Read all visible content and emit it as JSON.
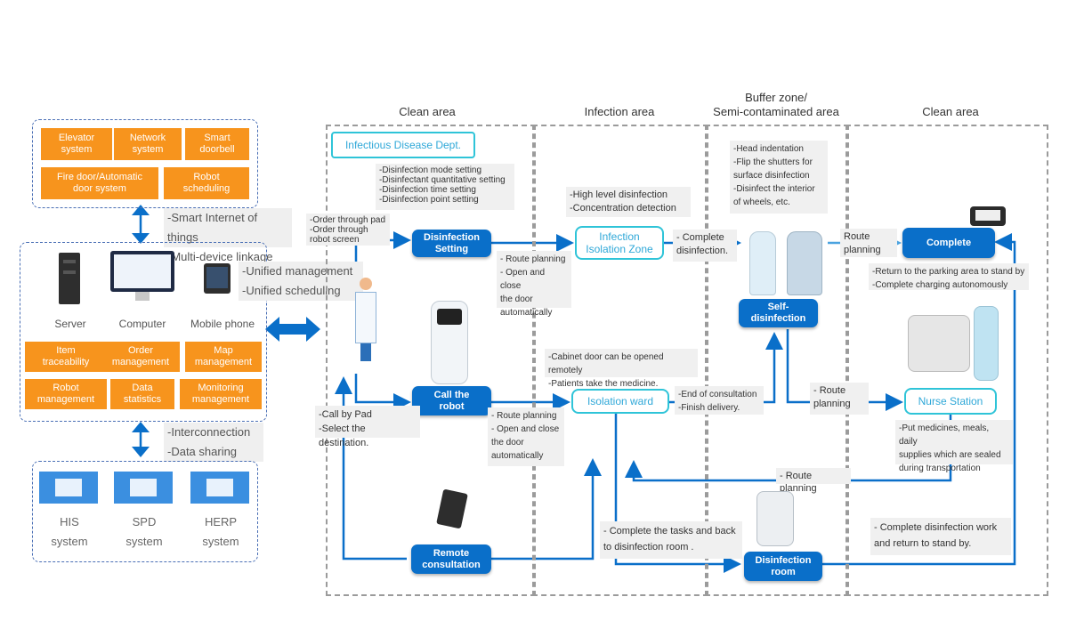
{
  "zones": {
    "clean_area_1": "Clean area",
    "infection_area": "Infection area",
    "buffer_zone_1": "Buffer zone/",
    "buffer_zone_2": "Semi-contaminated area",
    "clean_area_2": "Clean area"
  },
  "left_panel": {
    "top_boxes": [
      "Elevator\nsystem",
      "Network\nsystem",
      "Smart\ndoorbell",
      "Fire door/Automatic\ndoor system",
      "Robot\nscheduling"
    ],
    "note_iot": "-Smart Internet of things\n-Multi-device linkage",
    "devices": [
      "Server",
      "Computer",
      "Mobile phone"
    ],
    "note_unified": "-Unified management\n-Unified scheduling",
    "mid_boxes": [
      "Item\ntraceability",
      "Order\nmanagement",
      "Map\nmanagement",
      "Robot\nmanagement",
      "Data\nstatistics",
      "Monitoring\nmanagement"
    ],
    "note_interconnect": "-Interconnection\n-Data sharing",
    "systems": [
      "HIS\nsystem",
      "SPD\nsystem",
      "HERP\nsystem"
    ]
  },
  "flow": {
    "infectious_dept": "Infectious Disease Dept.",
    "note_disinfection_modes": "-Disinfection mode setting\n-Disinfectant quantitative setting\n-Disinfection time setting\n-Disinfection point setting",
    "note_order_pad": "-Order through pad\n-Order through\nrobot screen",
    "disinfection_setting": "Disinfection\nSetting",
    "note_route1": "- Route planning\n- Open and close\nthe door\nautomatically",
    "note_high_level": "-High level disinfection\n-Concentration detection",
    "infection_isolation_zone": "Infection\nIsolation Zone",
    "note_complete_disinfection": "- Complete\ndisinfection.",
    "note_head": "-Head indentation\n-Flip the shutters for\nsurface disinfection\n-Disinfect the interior\nof wheels, etc.",
    "self_disinfection": "Self-\ndisinfection",
    "note_route_planning_right": "Route\nplanning",
    "complete": "Complete",
    "note_return_parking": "-Return to the parking area to stand by\n-Complete charging autonomously",
    "call_robot": "Call the\nrobot",
    "note_call_pad": "-Call by Pad\n-Select the destination.",
    "note_cabinet": "-Cabinet door can be opened remotely\n-Patients take the medicine.",
    "isolation_ward": "Isolation ward",
    "note_route2": "- Route planning\n- Open and close\nthe door\nautomatically",
    "note_end_consult": "-End of consultation\n-Finish delivery.",
    "note_route_nurse": "- Route\nplanning",
    "nurse_station": "Nurse Station",
    "note_put_medicines": "-Put medicines, meals, daily\nsupplies which are sealed\nduring transportation",
    "note_route_bottom": "- Route planning",
    "remote_consultation": "Remote\nconsultation",
    "note_complete_tasks": "- Complete the tasks and back\nto disinfection room .",
    "disinfection_room": "Disinfection\nroom",
    "note_complete_standby": "- Complete disinfection work\nand return to stand by."
  },
  "colors": {
    "orange": "#f7941d",
    "blue": "#0a6fc9",
    "cyan": "#2fc4d8",
    "dashed_gray": "#9b9b9b",
    "dashed_blue": "#4a6fb5"
  }
}
